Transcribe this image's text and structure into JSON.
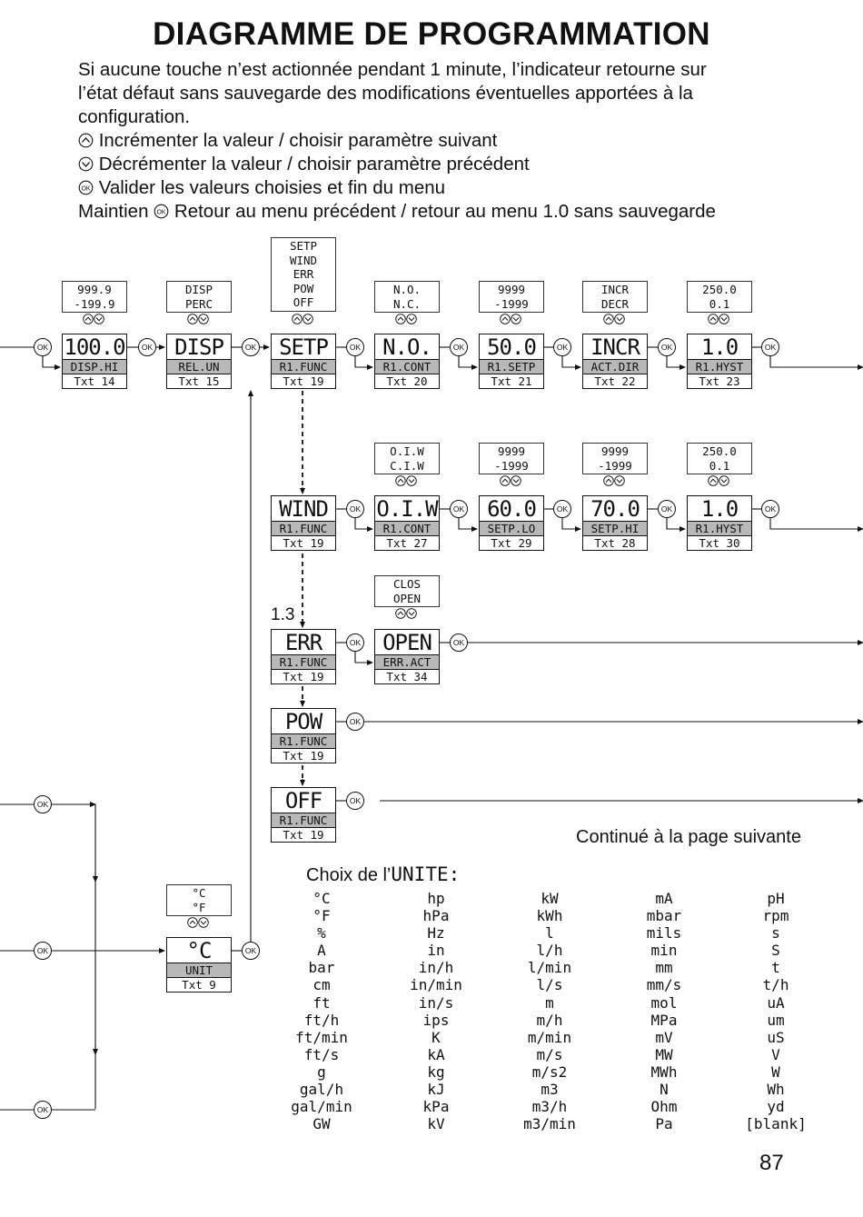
{
  "title": "DIAGRAMME DE PROGRAMMATION",
  "intro": {
    "line1": "Si aucune touche n’est actionnée pendant 1 minute, l’indicateur retourne sur",
    "line2": "l’état défaut sans sauvegarde des modifications éventuelles apportées à la",
    "line3": "configuration.",
    "up": "Incrémenter la valeur / choisir paramètre suivant",
    "down": "Décrémenter la valeur / choisir paramètre précédent",
    "ok": "Valider les valeurs choisies et fin du menu",
    "hold_prefix": "Maintien",
    "hold": "Retour au menu précédent / retour au menu 1.0 sans sauvegarde"
  },
  "ok_label": "OK",
  "row1": [
    {
      "value": "100.0",
      "param": "DISP.HI",
      "txt": "Txt 14",
      "options": [
        "999.9",
        "-199.9"
      ]
    },
    {
      "value": "DISP",
      "param": "REL.UN",
      "txt": "Txt 15",
      "options": [
        "DISP",
        "PERC"
      ]
    },
    {
      "value": "SETP",
      "param": "R1.FUNC",
      "txt": "Txt 19",
      "options": [
        "SETP",
        "WIND",
        "ERR",
        "POW",
        "OFF"
      ]
    },
    {
      "value": "N.O.",
      "param": "R1.CONT",
      "txt": "Txt 20",
      "options": [
        "N.O.",
        "N.C."
      ]
    },
    {
      "value": "50.0",
      "param": "R1.SETP",
      "txt": "Txt 21",
      "options": [
        "9999",
        "-1999"
      ]
    },
    {
      "value": "INCR",
      "param": "ACT.DIR",
      "txt": "Txt 22",
      "options": [
        "INCR",
        "DECR"
      ]
    },
    {
      "value": "1.0",
      "param": "R1.HYST",
      "txt": "Txt 23",
      "options": [
        "250.0",
        "0.1"
      ]
    }
  ],
  "row2": [
    {
      "value": "WIND",
      "param": "R1.FUNC",
      "txt": "Txt 19"
    },
    {
      "value": "O.I.W",
      "param": "R1.CONT",
      "txt": "Txt 27",
      "options": [
        "O.I.W",
        "C.I.W"
      ]
    },
    {
      "value": "60.0",
      "param": "SETP.LO",
      "txt": "Txt 29",
      "options": [
        "9999",
        "-1999"
      ]
    },
    {
      "value": "70.0",
      "param": "SETP.HI",
      "txt": "Txt 28",
      "options": [
        "9999",
        "-1999"
      ]
    },
    {
      "value": "1.0",
      "param": "R1.HYST",
      "txt": "Txt 30",
      "options": [
        "250.0",
        "0.1"
      ]
    }
  ],
  "err_label": "1.3",
  "row3": [
    {
      "value": "ERR",
      "param": "R1.FUNC",
      "txt": "Txt 19"
    },
    {
      "value": "OPEN",
      "param": "ERR.ACT",
      "txt": "Txt 34",
      "options": [
        "CLOS",
        "OPEN"
      ]
    }
  ],
  "pow": {
    "value": "POW",
    "param": "R1.FUNC",
    "txt": "Txt 19"
  },
  "off": {
    "value": "OFF",
    "param": "R1.FUNC",
    "txt": "Txt 19"
  },
  "unit": {
    "value": "°C",
    "param": "UNIT",
    "txt": "Txt 9",
    "options": [
      "°C",
      "°F"
    ]
  },
  "continued": "Continué à la page suivante",
  "units_heading_prefix": "Choix de l’",
  "units_heading_word": "UNITE:",
  "unit_columns": [
    [
      "°C",
      "°F",
      "%",
      "A",
      "bar",
      "cm",
      "ft",
      "ft/h",
      "ft/min",
      "ft/s",
      "g",
      "gal/h",
      "gal/min",
      "GW"
    ],
    [
      "hp",
      "hPa",
      "Hz",
      "in",
      "in/h",
      "in/min",
      "in/s",
      "ips",
      "K",
      "kA",
      "kg",
      "kJ",
      "kPa",
      "kV"
    ],
    [
      "kW",
      "kWh",
      "l",
      "l/h",
      "l/min",
      "l/s",
      "m",
      "m/h",
      "m/min",
      "m/s",
      "m/s2",
      "m3",
      "m3/h",
      "m3/min"
    ],
    [
      "mA",
      "mbar",
      "mils",
      "min",
      "mm",
      "mm/s",
      "mol",
      "MPa",
      "mV",
      "MW",
      "MWh",
      "N",
      "Ohm",
      "Pa"
    ],
    [
      "pH",
      "rpm",
      "s",
      "S",
      "t",
      "t/h",
      "uA",
      "um",
      "uS",
      "V",
      "W",
      "Wh",
      "yd",
      "[blank]"
    ]
  ],
  "page_number": "87"
}
